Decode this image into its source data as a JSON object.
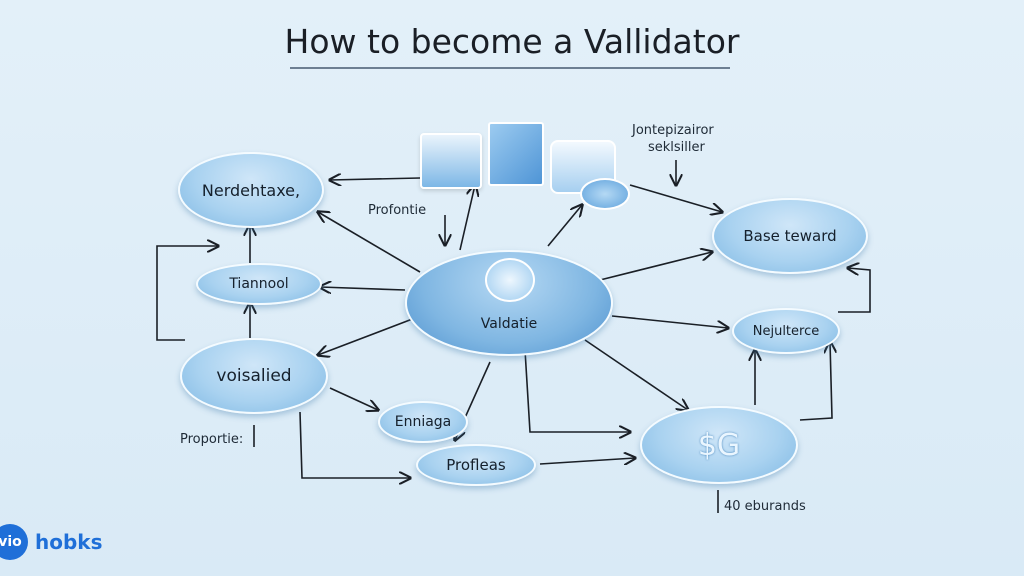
{
  "title": "How to become a Vallidator",
  "nodes": {
    "center": "Valdatie",
    "top_left": "Nerdehtaxe,",
    "mid_left": "Tiannool",
    "bottom_left": "voisalied",
    "enniaga": "Enniaga",
    "profleas": "Profleas",
    "top_right": "Base teward",
    "mid_right": "Nejulterce",
    "bottom_right": "$G"
  },
  "labels": {
    "profontie": "Profontie",
    "top_right_line1": "Jontepizairor",
    "top_right_line2": "seklsiller",
    "proportie": "Proportie:",
    "eburands": "40 eburands"
  },
  "logo": {
    "mark": "vio",
    "name": "hobks"
  },
  "colors": {
    "accent": "#1f6fd8",
    "node": "#a9d2f0"
  }
}
